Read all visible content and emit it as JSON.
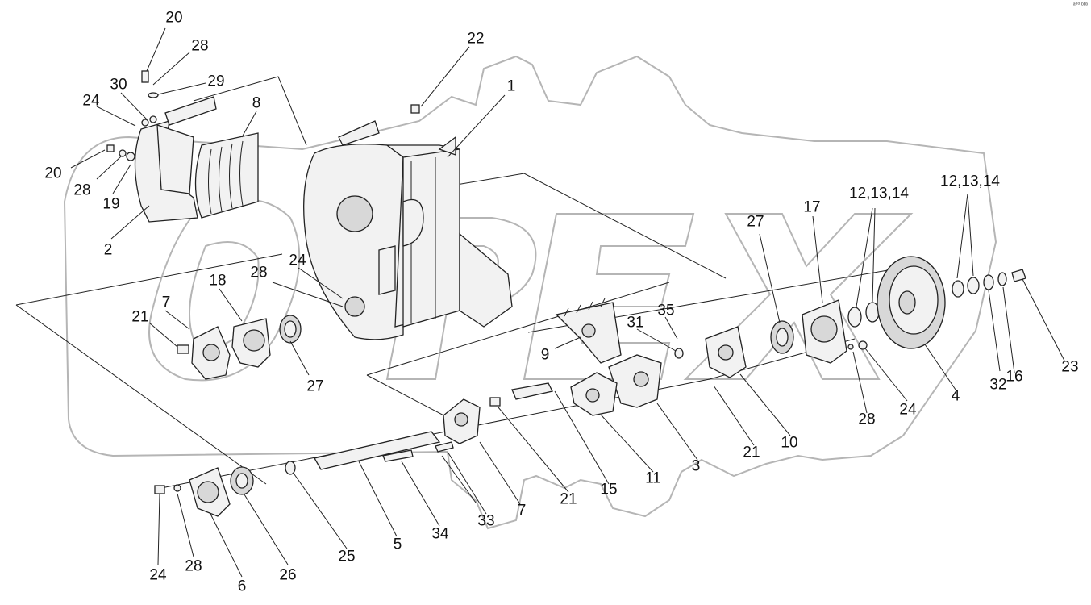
{
  "corner_mark": "ᵃ⁰⁰ ᵇᵇᵇ",
  "callouts": {
    "c20a": "20",
    "c28a": "28",
    "c29": "29",
    "c30": "30",
    "c24a": "24",
    "c8": "8",
    "c22": "22",
    "c1": "1",
    "c20b": "20",
    "c28b": "28",
    "c19": "19",
    "c2": "2",
    "c7a": "7",
    "c21a": "21",
    "c18": "18",
    "c28c": "28",
    "c24b": "24",
    "c27a": "27",
    "c9": "9",
    "c31": "31",
    "c35": "35",
    "c27b": "27",
    "c17": "17",
    "c12a": "12,13,14",
    "c12b": "12,13,14",
    "c23": "23",
    "c16": "16",
    "c32": "32",
    "c4": "4",
    "c24c": "24",
    "c28d": "28",
    "c10": "10",
    "c21b": "21",
    "c3": "3",
    "c11": "11",
    "c15": "15",
    "c21c": "21",
    "c7b": "7",
    "c33": "33",
    "c34": "34",
    "c5": "5",
    "c25": "25",
    "c26": "26",
    "c6": "6",
    "c28e": "28",
    "c24d": "24"
  }
}
